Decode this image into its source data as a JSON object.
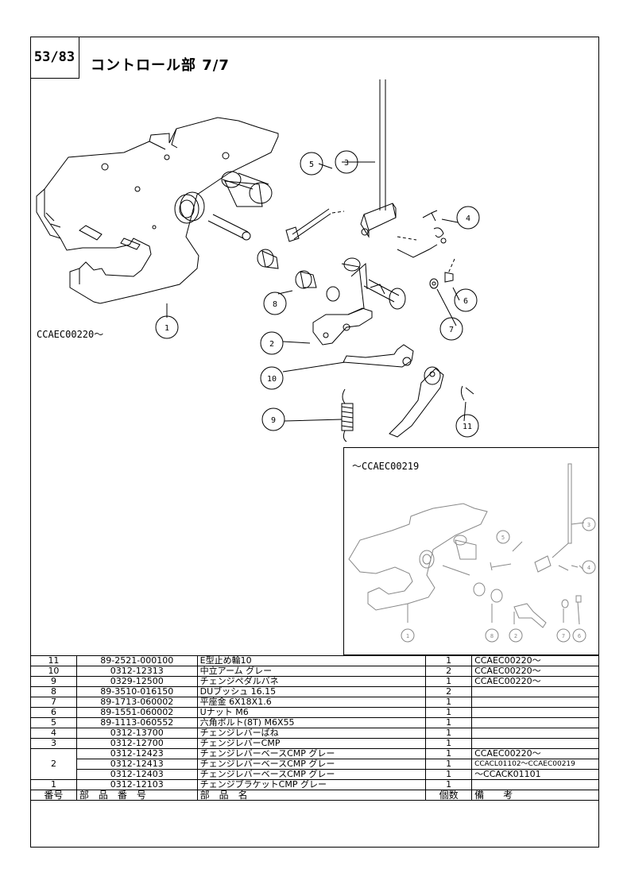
{
  "page": {
    "number": "53/83",
    "title": "コントロール部  7/7"
  },
  "serials": {
    "main": "CCAEC00220～",
    "inset": "～CCAEC00219"
  },
  "callouts": {
    "c1": "1",
    "c2": "2",
    "c3": "3",
    "c4": "4",
    "c5": "5",
    "c6": "6",
    "c7": "7",
    "c8": "8",
    "c9": "9",
    "c10": "10",
    "c11": "11"
  },
  "inset_callouts": {
    "c1": "1",
    "c2": "2",
    "c3": "3",
    "c4": "4",
    "c5": "5",
    "c6": "6",
    "c7": "7",
    "c8": "8"
  },
  "table": {
    "header": {
      "no": "番号",
      "part_no": "部　品　番　号",
      "name": "部　品　名",
      "qty": "個数",
      "remarks": "備　　考"
    },
    "rows": [
      {
        "no": "11",
        "part_no": "89-2521-000100",
        "name": "E型止め輪10",
        "qty": "1",
        "remarks": "CCAEC00220～"
      },
      {
        "no": "10",
        "part_no": "0312-12313",
        "name": "中立アーム  グレー",
        "qty": "2",
        "remarks": "CCAEC00220～"
      },
      {
        "no": "9",
        "part_no": "0329-12500",
        "name": "チェンジペダルバネ",
        "qty": "1",
        "remarks": "CCAEC00220～"
      },
      {
        "no": "8",
        "part_no": "89-3510-016150",
        "name": "DUブッシュ  16.15",
        "qty": "2",
        "remarks": ""
      },
      {
        "no": "7",
        "part_no": "89-1713-060002",
        "name": "平座金  6X18X1.6",
        "qty": "1",
        "remarks": ""
      },
      {
        "no": "6",
        "part_no": "89-1551-060002",
        "name": "Uナット  M6",
        "qty": "1",
        "remarks": ""
      },
      {
        "no": "5",
        "part_no": "89-1113-060552",
        "name": "六角ボルト(8T)  M6X55",
        "qty": "1",
        "remarks": ""
      },
      {
        "no": "4",
        "part_no": "0312-13700",
        "name": "チェンジレバーばね",
        "qty": "1",
        "remarks": ""
      },
      {
        "no": "3",
        "part_no": "0312-12700",
        "name": "チェンジレバーCMP",
        "qty": "1",
        "remarks": ""
      }
    ],
    "row2": {
      "no": "2",
      "variants": [
        {
          "part_no": "0312-12423",
          "name": "チェンジレバーベースCMP グレー",
          "qty": "1",
          "remarks": "CCAEC00220～"
        },
        {
          "part_no": "0312-12413",
          "name": "チェンジレバーベースCMP グレー",
          "qty": "1",
          "remarks": "CCACL01102～CCAEC00219"
        },
        {
          "part_no": "0312-12403",
          "name": "チェンジレバーベースCMP グレー",
          "qty": "1",
          "remarks": "～CCACK01101"
        }
      ]
    },
    "row1": {
      "no": "1",
      "part_no": "0312-12103",
      "name": "チェンジブラケットCMP  グレー",
      "qty": "1",
      "remarks": ""
    }
  }
}
